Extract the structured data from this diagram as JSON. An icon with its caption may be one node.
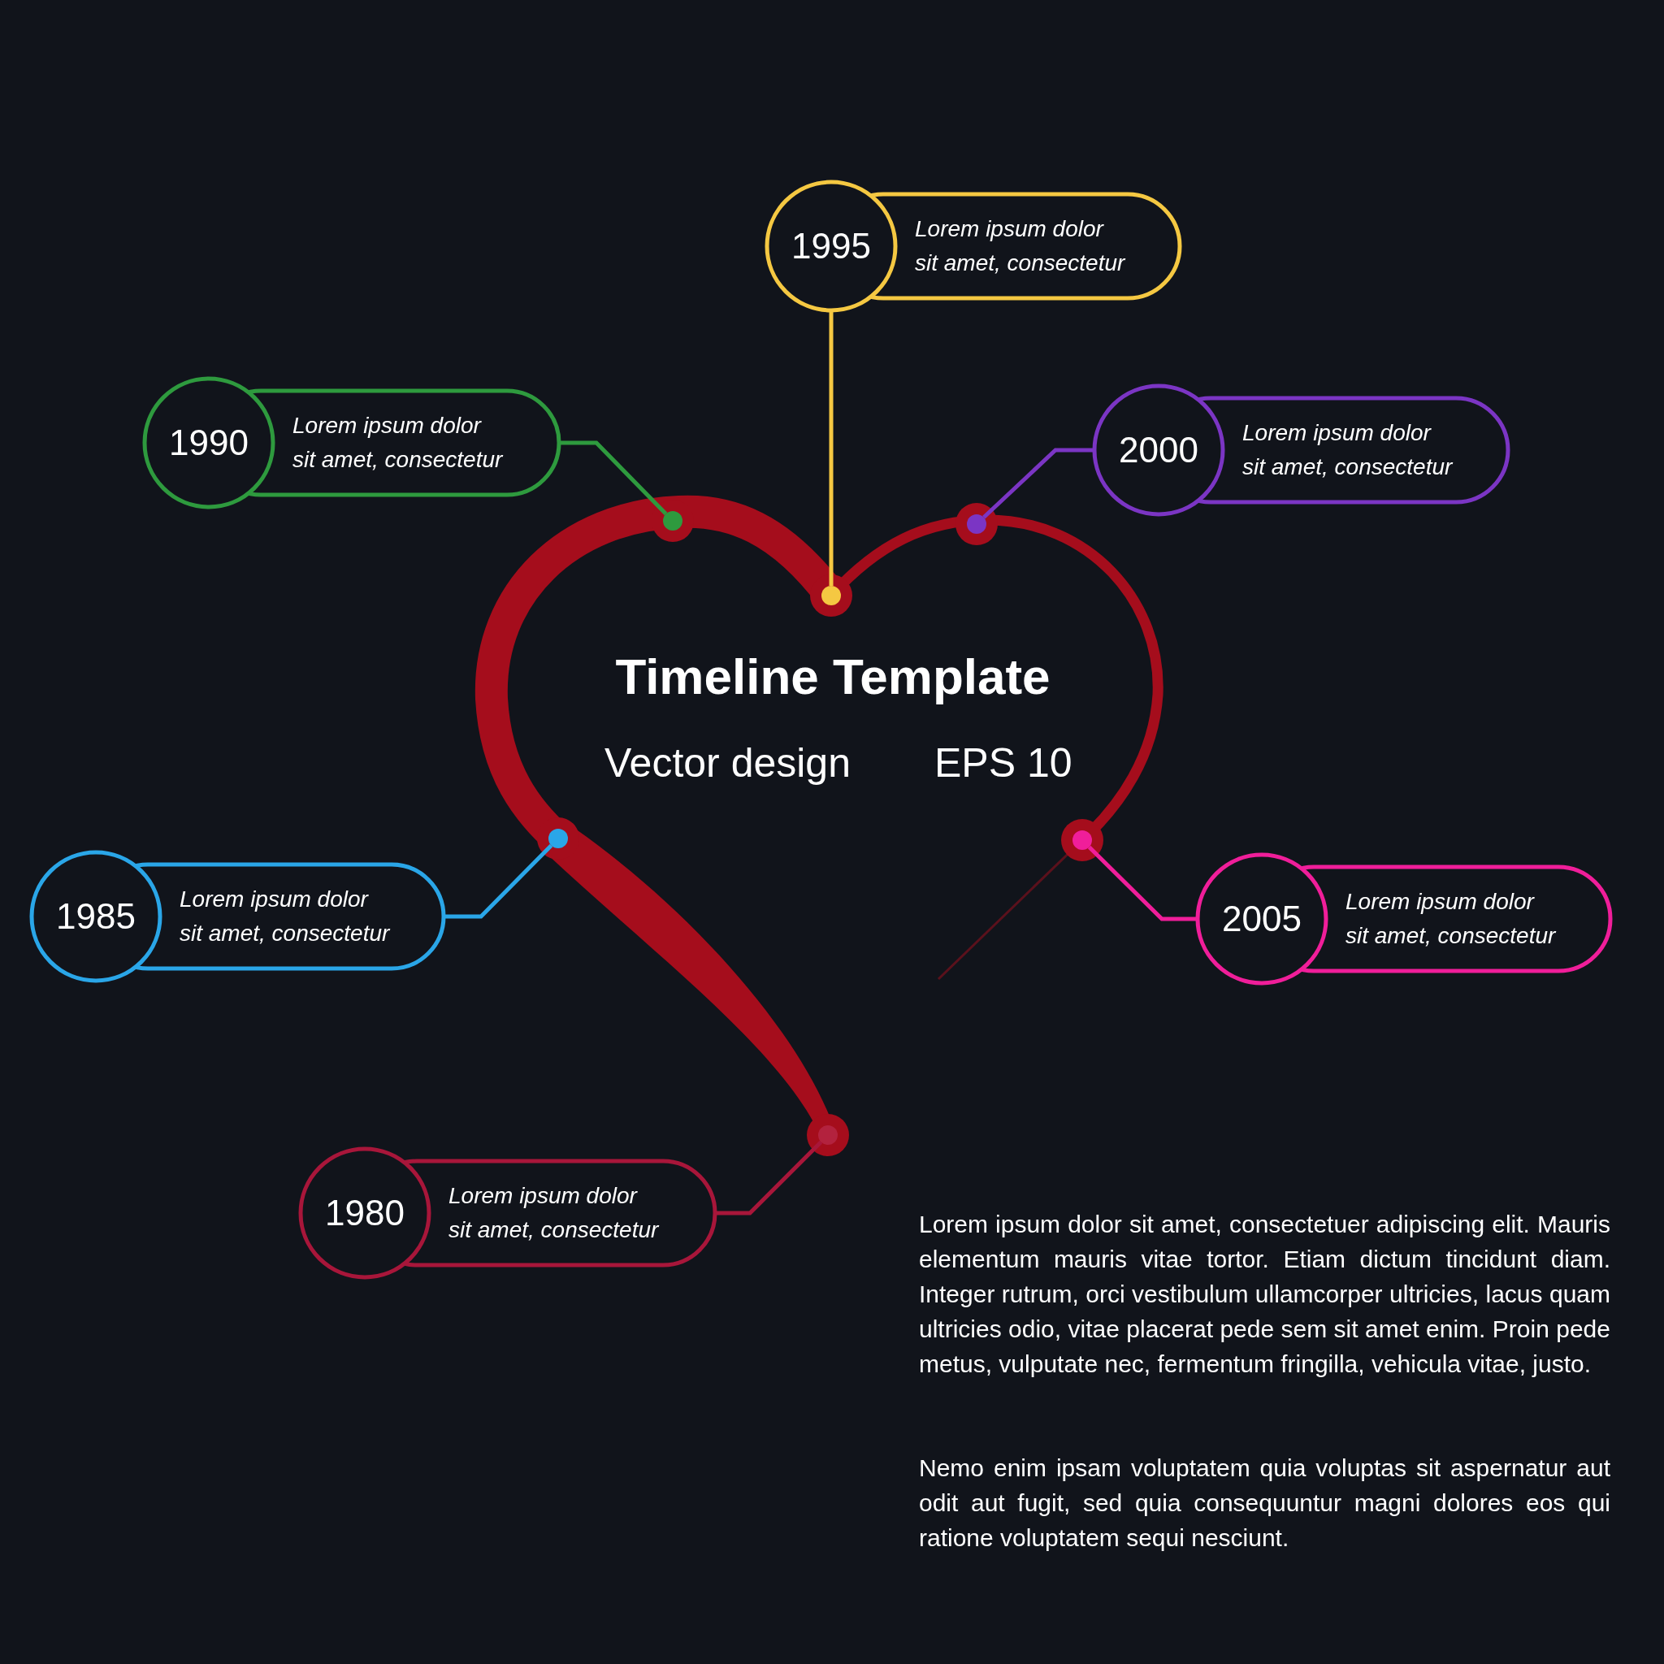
{
  "diagram": {
    "title": "Timeline Template",
    "nodes": [
      {
        "text": [
          "1995",
          "Lorem ipsum dolor sit amet, consectetur"
        ]
      },
      {
        "text": [
          "1990",
          "Lorem ipsum dolor sit amet, consectetur"
        ]
      },
      {
        "text": [
          "2000",
          "Lorem ipsum dolor sit amet, consectetur"
        ]
      },
      {
        "text": [
          "1985",
          "Lorem ipsum dolor sit amet, consectetur"
        ]
      },
      {
        "text": [
          "2005",
          "Lorem ipsum dolor sit amet, consectetur"
        ]
      },
      {
        "text": [
          "1980",
          "Lorem ipsum dolor sit amet, consectetur"
        ]
      },
      {
        "text": [],
        "shape": "circle"
      },
      {
        "text": [],
        "shape": "circle"
      },
      {
        "text": [],
        "shape": "circle"
      },
      {
        "text": [],
        "shape": "circle"
      },
      {
        "text": [],
        "shape": "circle"
      },
      {
        "text": [],
        "shape": "circle"
      }
    ],
    "edges": [
      {
        "from": 0,
        "to": 9,
        "arrow": "none",
        "color": "#f5c842"
      },
      {
        "from": 1,
        "to": 7,
        "arrow": "none",
        "color": "#2e9a3e"
      },
      {
        "from": 2,
        "to": 10,
        "arrow": "none",
        "color": "#7b35c4"
      },
      {
        "from": 3,
        "to": 6,
        "arrow": "none",
        "color": "#2aa6e8"
      },
      {
        "from": 4,
        "to": 11,
        "arrow": "none",
        "color": "#f01e9a"
      },
      {
        "from": 5,
        "to": 8,
        "arrow": "none",
        "color": "#a8163a"
      }
    ],
    "labels": [
      "Vector design",
      "EPS 10",
      "Lorem ipsum dolor sit amet, consectetuer adipiscing elit. Mauris elementum mauris vitae tortor. Etiam dictum tincidunt diam. Integer rutrum, orci vestibulum ullamcorper ultricies, lacus quam ultricies odio, vitae placerat pede sem sit amet enim. Proin pede metus, vulputate nec, fermentum fringilla, vehicula vitae, justo.",
      "Nemo enim ipsam voluptatem quia voluptas sit aspernatur aut odit aut fugit, sed quia consequuntur magni dolores eos qui ratione voluptatem sequi nesciunt."
    ]
  }
}
